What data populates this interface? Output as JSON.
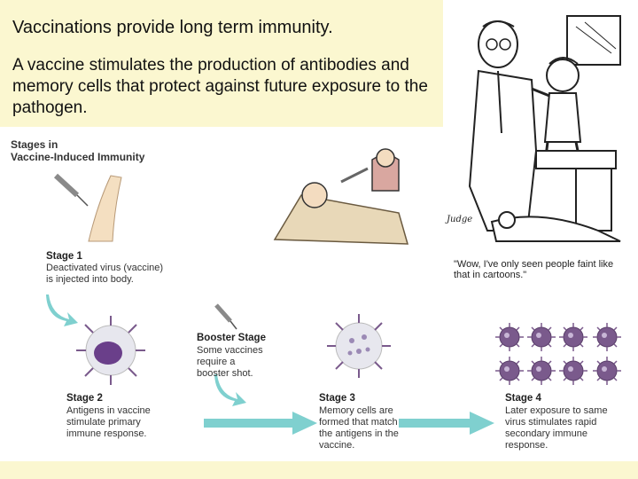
{
  "slide": {
    "title": "Vaccinations provide long term immunity.",
    "body": "A vaccine stimulates the production of antibodies and memory cells that protect against future exposure to the pathogen."
  },
  "diagram": {
    "heading_line1": "Stages in",
    "heading_line2": "Vaccine-Induced Immunity",
    "stage1_title": "Stage 1",
    "stage1_text": [
      "Deactivated virus (vaccine)",
      "is injected into body."
    ],
    "booster_title": "Booster Stage",
    "booster_text": [
      "Some vaccines",
      "require a",
      "booster shot."
    ],
    "stage2_title": "Stage 2",
    "stage2_text": [
      "Antigens in vaccine",
      "stimulate primary",
      "immune response."
    ],
    "stage3_title": "Stage 3",
    "stage3_text": [
      "Memory cells are",
      "formed that match",
      "the antigens in the",
      "vaccine."
    ],
    "stage4_title": "Stage 4",
    "stage4_text": [
      "Later exposure to same",
      "virus stimulates rapid",
      "secondary immune",
      "response."
    ]
  },
  "cartoon": {
    "signature": "Judge",
    "caption": "\"Wow, I've only seen people faint like that in cartoons.\""
  },
  "colors": {
    "textbox_bg": "#fbf7d0",
    "arrow_teal": "#7fd0cf",
    "cell_purple": "#7a5a8c",
    "nucleus": "#6a3f8a"
  }
}
